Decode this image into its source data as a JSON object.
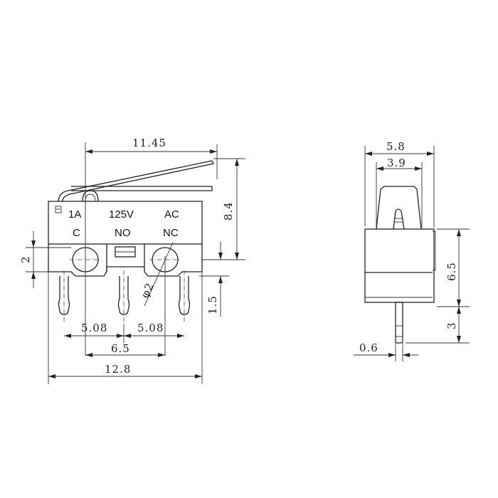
{
  "drawing": {
    "title": "Micro switch with lever - dimensional drawing",
    "front_view": {
      "body_labels": {
        "row1": [
          "1A",
          "125V",
          "AC"
        ],
        "row2": [
          "C",
          "NO",
          "NC"
        ]
      },
      "dimensions": {
        "lever_length": "11.45",
        "height": "8.4",
        "hole_height": "2",
        "hole_diameter": "φ2",
        "pin_offset": "1.5",
        "pin_pitch_left": "5.08",
        "pin_pitch_right": "5.08",
        "hole_spacing": "6.5",
        "overall_width": "12.8"
      }
    },
    "side_view": {
      "dimensions": {
        "overall_width": "5.8",
        "actuator_width": "3.9",
        "body_height": "6.5",
        "pin_length": "3",
        "pin_thickness": "0.6"
      }
    }
  }
}
